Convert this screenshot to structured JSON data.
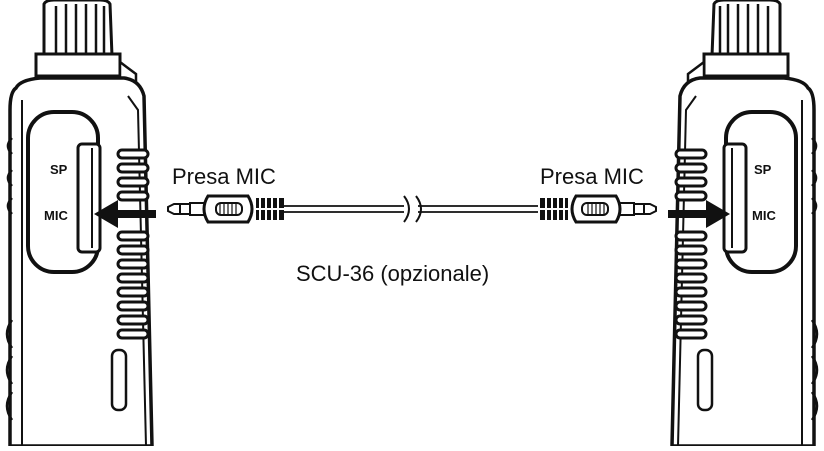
{
  "labels": {
    "left_jack_label": "Presa MIC",
    "right_jack_label": "Presa MIC",
    "cable_label": "SCU-36 (opzionale)"
  },
  "radio_left": {
    "sp_label": "SP",
    "mic_label": "MIC"
  },
  "radio_right": {
    "sp_label": "SP",
    "mic_label": "MIC"
  },
  "colors": {
    "line": "#111111",
    "background": "#ffffff"
  }
}
